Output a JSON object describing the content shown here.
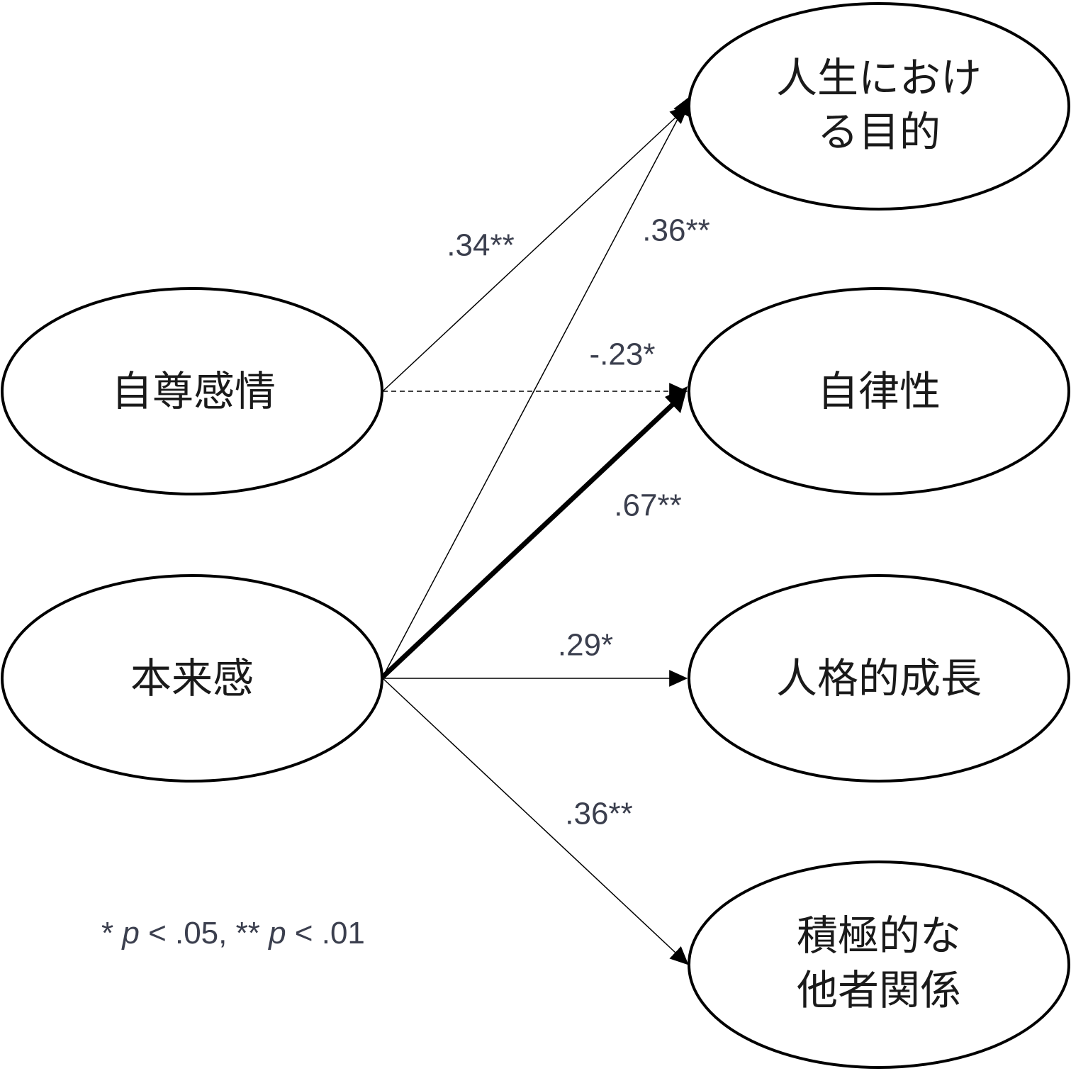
{
  "nodes": {
    "self_esteem": "自尊感情",
    "authenticity": "本来感",
    "purpose_line1": "人生におけ",
    "purpose_line2": "る目的",
    "autonomy": "自律性",
    "growth": "人格的成長",
    "relations_line1": "積極的な",
    "relations_line2": "他者関係"
  },
  "paths": {
    "self_esteem_to_purpose": ".34**",
    "authenticity_to_purpose": ".36**",
    "self_esteem_to_autonomy": "-.23*",
    "authenticity_to_autonomy": ".67**",
    "authenticity_to_growth": ".29*",
    "authenticity_to_relations": ".36**"
  },
  "note": {
    "star1": "* ",
    "p1": "p",
    "threshold1": " < .05, ",
    "star2": "** ",
    "p2": "p",
    "threshold2": " < .01"
  }
}
